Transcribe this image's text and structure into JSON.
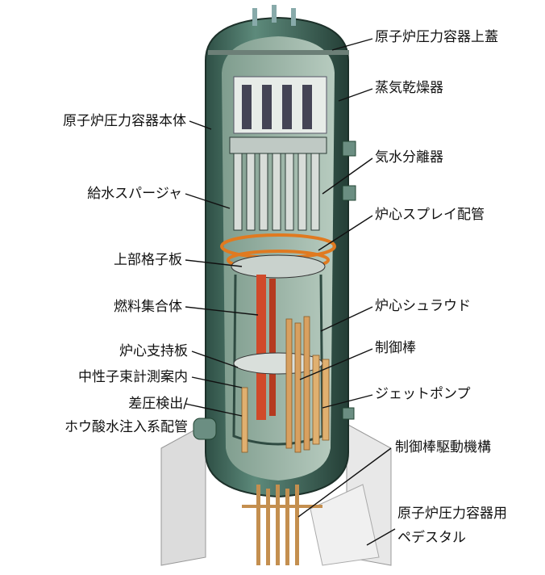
{
  "labels": {
    "left": [
      "原子炉圧力容器本体",
      "給水スパージャ",
      "上部格子板",
      "燃料集合体",
      "炉心支持板",
      "中性子束計測案内",
      "差圧検出/",
      "ホウ酸水注入系配管"
    ],
    "right": [
      "原子炉圧力容器上蓋",
      "蒸気乾燥器",
      "気水分離器",
      "炉心スプレイ配管",
      "炉心シュラウド",
      "制御棒",
      "ジェットポンプ",
      "制御棒駆動機構",
      "原子炉圧力容器用",
      "ペデスタル"
    ]
  },
  "colors": {
    "vessel": "#355a4f",
    "vessel_light": "#5d8a7b",
    "interior": "#9fb8a8",
    "fuel": "#d04a2a",
    "tubes": "#d8a060",
    "pedestal": "#e6e6e6"
  }
}
